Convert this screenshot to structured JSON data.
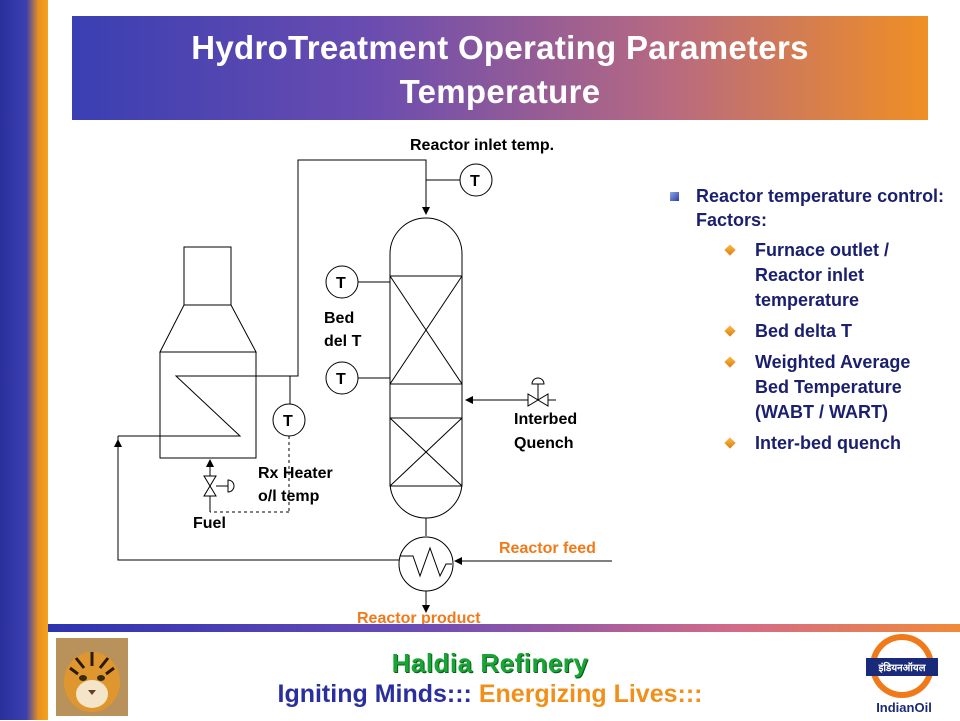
{
  "title": {
    "line1": "HydroTreatment Operating Parameters",
    "line2": "Temperature"
  },
  "diagram": {
    "reactor_inlet_temp": "Reactor inlet temp.",
    "t_label": "T",
    "bed_del_t_line1": "Bed",
    "bed_del_t_line2": "del T",
    "interbed_line1": "Interbed",
    "interbed_line2": "Quench",
    "rx_heater_line1": "Rx Heater",
    "rx_heater_line2": "o/l temp",
    "fuel": "Fuel",
    "reactor_feed": "Reactor feed",
    "reactor_product": "Reactor product"
  },
  "bullets": {
    "main": "Reactor temperature control: Factors:",
    "items": [
      "Furnace outlet / Reactor inlet temperature",
      "Bed delta T",
      "Weighted Average Bed Temperature (WABT / WART)",
      "Inter-bed quench"
    ]
  },
  "footer": {
    "refinery": "Haldia Refinery",
    "tagline_part1": "Igniting Minds:::",
    "tagline_part2": "Energizing Lives:::",
    "logo_text": "IndianOil",
    "logo_hindi": "इंडियनऑयल"
  },
  "colors": {
    "title_band_start": "#3a3fb2",
    "title_band_end": "#ef8f24",
    "bullet_text": "#1a1f6e",
    "label_orange": "#f07a1a",
    "refinery_green": "#18a535"
  }
}
